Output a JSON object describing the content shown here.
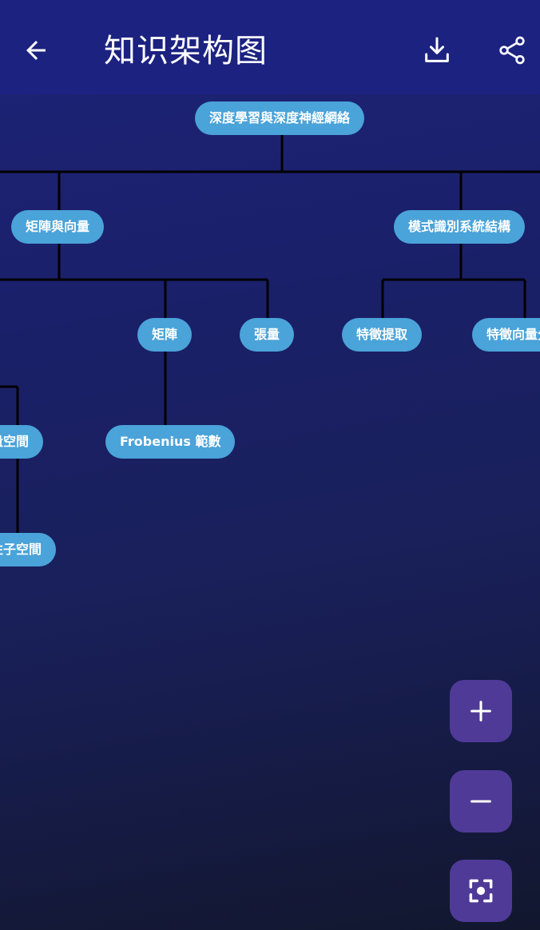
{
  "appbar": {
    "title": "知识架构图",
    "back_icon": "arrow-left-icon",
    "download_icon": "download-icon",
    "share_icon": "share-icon"
  },
  "mindmap": {
    "root": "深度學習與深度神經網絡",
    "branch_left": "矩陣與向量",
    "branch_right": "模式識別系統結構",
    "matrix": "矩陣",
    "tensor": "張量",
    "feature_extraction": "特徵提取",
    "feature_vector": "特徵向量分",
    "vector_space": "向量空間",
    "frobenius": "Frobenius 範數",
    "subspace": "線性子空間"
  },
  "controls": {
    "zoom_in_icon": "plus-icon",
    "zoom_out_icon": "minus-icon",
    "recenter_icon": "focus-center-icon"
  },
  "colors": {
    "appbar": "#1c2280",
    "node": "#4aa3d9",
    "fab": "#4f3a97",
    "connector": "#000000"
  }
}
